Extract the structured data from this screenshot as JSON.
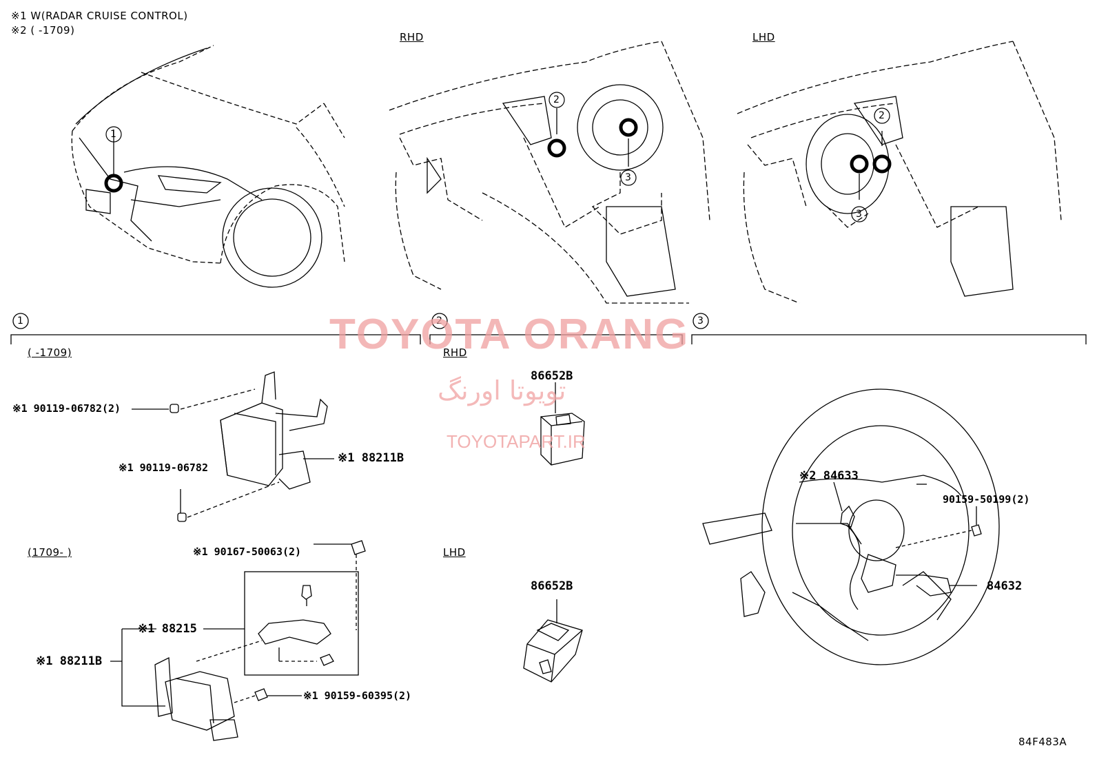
{
  "notes": {
    "n1": "※1 W(RADAR CRUISE CONTROL)",
    "n2": "※2 (        -1709)"
  },
  "headers": {
    "rhd_top": "RHD",
    "lhd_top": "LHD",
    "sec1_num": "1",
    "sec2_num": "2",
    "sec3_num": "3",
    "sec1_date_a": "(        -1709)",
    "sec1_date_b": "(1709-        )",
    "sec2_rhd": "RHD",
    "sec2_lhd": "LHD"
  },
  "callouts": {
    "c1": "1",
    "c2_rhd": "2",
    "c3_rhd": "3",
    "c2_lhd": "2",
    "c3_lhd": "3"
  },
  "parts": {
    "p1": "※1 90119-06782(2)",
    "p2": "※1 88211B",
    "p3": "※1 90119-06782",
    "p4": "※1 90167-50063(2)",
    "p5": "※1 88215",
    "p6": "※1 88211B",
    "p7": "※1 90159-60395(2)",
    "p8": "86652B",
    "p9": "86652B",
    "p10": "※2 84633",
    "p11": "90159-50199(2)",
    "p12": "84632"
  },
  "watermark": {
    "line1": "TOYOTA ORANG",
    "line2": "تویوتا اورنگ",
    "line3": "TOYOTAPART.IR"
  },
  "figure_id": "84F483A"
}
